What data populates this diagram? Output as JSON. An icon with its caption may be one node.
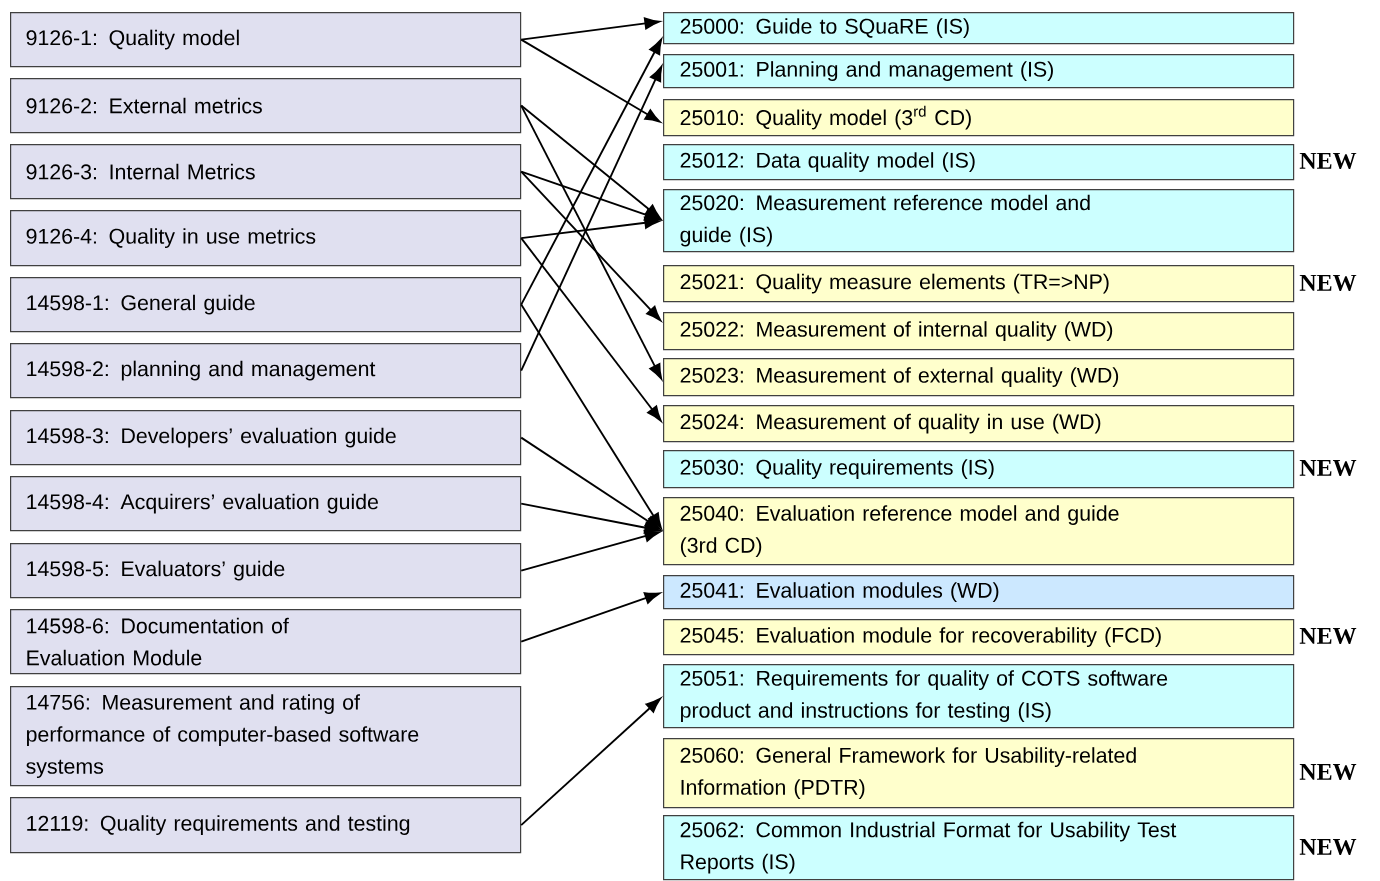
{
  "diagram": {
    "nodes": [
      {
        "text": [
          "9126-1: Quality model"
        ]
      },
      {
        "text": [
          "9126-2: External metrics"
        ]
      },
      {
        "text": [
          "9126-3: Internal Metrics"
        ]
      },
      {
        "text": [
          "9126-4: Quality in use metrics"
        ]
      },
      {
        "text": [
          "14598-1: General guide"
        ]
      },
      {
        "text": [
          "14598-2: planning and management"
        ]
      },
      {
        "text": [
          "14598-3: Developers’ evaluation guide"
        ]
      },
      {
        "text": [
          "14598-4: Acquirers’ evaluation guide"
        ]
      },
      {
        "text": [
          "14598-5: Evaluators’ guide"
        ]
      },
      {
        "text": [
          "14598-6: Documentation of Evaluation Module"
        ]
      },
      {
        "text": [
          "14756: Measurement and rating of performance of computer-based software systems"
        ]
      },
      {
        "text": [
          "12119: Quality requirements and testing"
        ]
      },
      {
        "text": [
          "25000: Guide to SQuaRE (IS)"
        ]
      },
      {
        "text": [
          "25001: Planning and management (IS)"
        ]
      },
      {
        "text": [
          "25010: Quality model (3$^{rd}$ CD)"
        ]
      },
      {
        "text": [
          "25012: Data quality model (IS)"
        ],
        "beside": [
          "NEW"
        ]
      },
      {
        "text": [
          "25020: Measurement reference model and guide (IS)"
        ]
      },
      {
        "text": [
          "25021: Quality measure elements (TR=>NP)"
        ],
        "beside": [
          "NEW"
        ]
      },
      {
        "text": [
          "25022: Measurement of internal quality (WD)"
        ]
      },
      {
        "text": [
          "25023: Measurement of external quality (WD)"
        ]
      },
      {
        "text": [
          "25024: Measurement of quality in use (WD)"
        ]
      },
      {
        "text": [
          "25030: Quality requirements (IS)"
        ],
        "beside": [
          "NEW"
        ]
      },
      {
        "text": [
          "25040: Evaluation reference model and guide (3rd CD)"
        ]
      },
      {
        "text": [
          "25041: Evaluation modules (WD)"
        ]
      },
      {
        "text": [
          "25045: Evaluation module for recoverability (FCD)"
        ],
        "beside": [
          "NEW"
        ]
      },
      {
        "text": [
          "25051: Requirements for quality of COTS software product and instructions for testing (IS)"
        ]
      },
      {
        "text": [
          "25060: General Framework for Usability-related Information (PDTR)"
        ],
        "beside": [
          "NEW"
        ]
      },
      {
        "text": [
          "25062: Common Industrial Format for Usability Test Reports (IS)"
        ],
        "beside": [
          "NEW"
        ]
      }
    ],
    "edges": [
      {
        "from": 0,
        "to": 12,
        "arrow": "to"
      },
      {
        "from": 0,
        "to": 14,
        "arrow": "to"
      },
      {
        "from": 1,
        "to": 16,
        "arrow": "to"
      },
      {
        "from": 1,
        "to": 19,
        "arrow": "to"
      },
      {
        "from": 2,
        "to": 16,
        "arrow": "to"
      },
      {
        "from": 2,
        "to": 18,
        "arrow": "to"
      },
      {
        "from": 3,
        "to": 16,
        "arrow": "to"
      },
      {
        "from": 3,
        "to": 20,
        "arrow": "to"
      },
      {
        "from": 4,
        "to": 12,
        "arrow": "to"
      },
      {
        "from": 4,
        "to": 22,
        "arrow": "to"
      },
      {
        "from": 5,
        "to": 13,
        "arrow": "to"
      },
      {
        "from": 6,
        "to": 22,
        "arrow": "to"
      },
      {
        "from": 7,
        "to": 22,
        "arrow": "to"
      },
      {
        "from": 8,
        "to": 22,
        "arrow": "to"
      },
      {
        "from": 9,
        "to": 23,
        "arrow": "to"
      },
      {
        "from": 11,
        "to": 25,
        "arrow": "to"
      }
    ]
  }
}
